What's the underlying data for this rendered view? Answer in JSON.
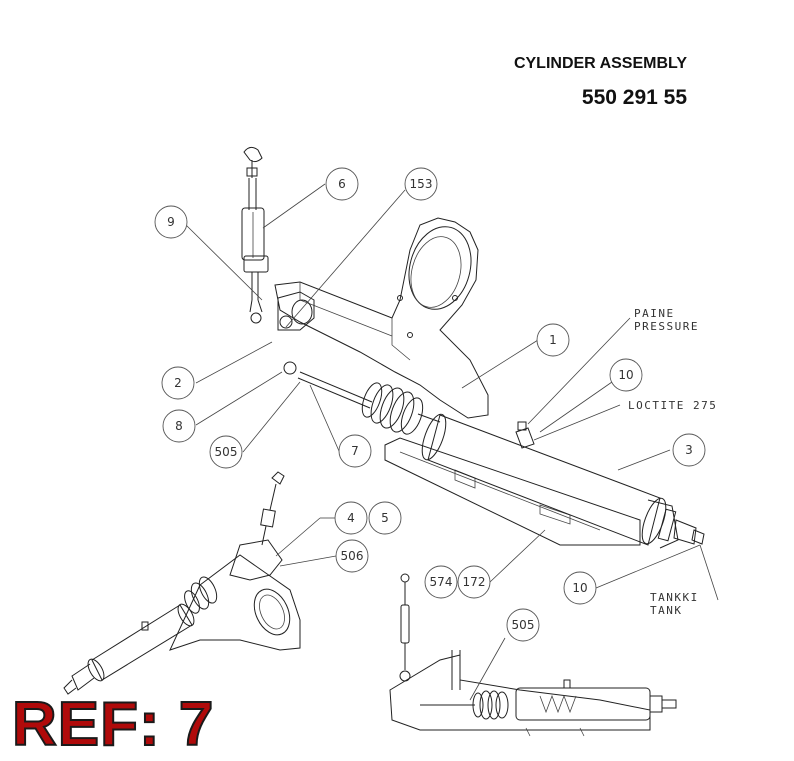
{
  "header": {
    "title": "CYLINDER ASSEMBLY",
    "part_number": "550 291 55"
  },
  "reference": {
    "label": "REF: 7",
    "color": "#b00a0a"
  },
  "callouts": [
    {
      "id": "c-6",
      "label": "6"
    },
    {
      "id": "c-153",
      "label": "153"
    },
    {
      "id": "c-9",
      "label": "9"
    },
    {
      "id": "c-1",
      "label": "1"
    },
    {
      "id": "c-2",
      "label": "2"
    },
    {
      "id": "c-10a",
      "label": "10"
    },
    {
      "id": "c-8",
      "label": "8"
    },
    {
      "id": "c-505a",
      "label": "505"
    },
    {
      "id": "c-7",
      "label": "7"
    },
    {
      "id": "c-3",
      "label": "3"
    },
    {
      "id": "c-4",
      "label": "4"
    },
    {
      "id": "c-5",
      "label": "5"
    },
    {
      "id": "c-506",
      "label": "506"
    },
    {
      "id": "c-574",
      "label": "574"
    },
    {
      "id": "c-172",
      "label": "172"
    },
    {
      "id": "c-10b",
      "label": "10"
    },
    {
      "id": "c-505b",
      "label": "505"
    }
  ],
  "notes": {
    "pressure_line1": "PAINE",
    "pressure_line2": "PRESSURE",
    "loctite": "LOCTITE 275",
    "tank_line1": "TANKKI",
    "tank_line2": "TANK"
  }
}
